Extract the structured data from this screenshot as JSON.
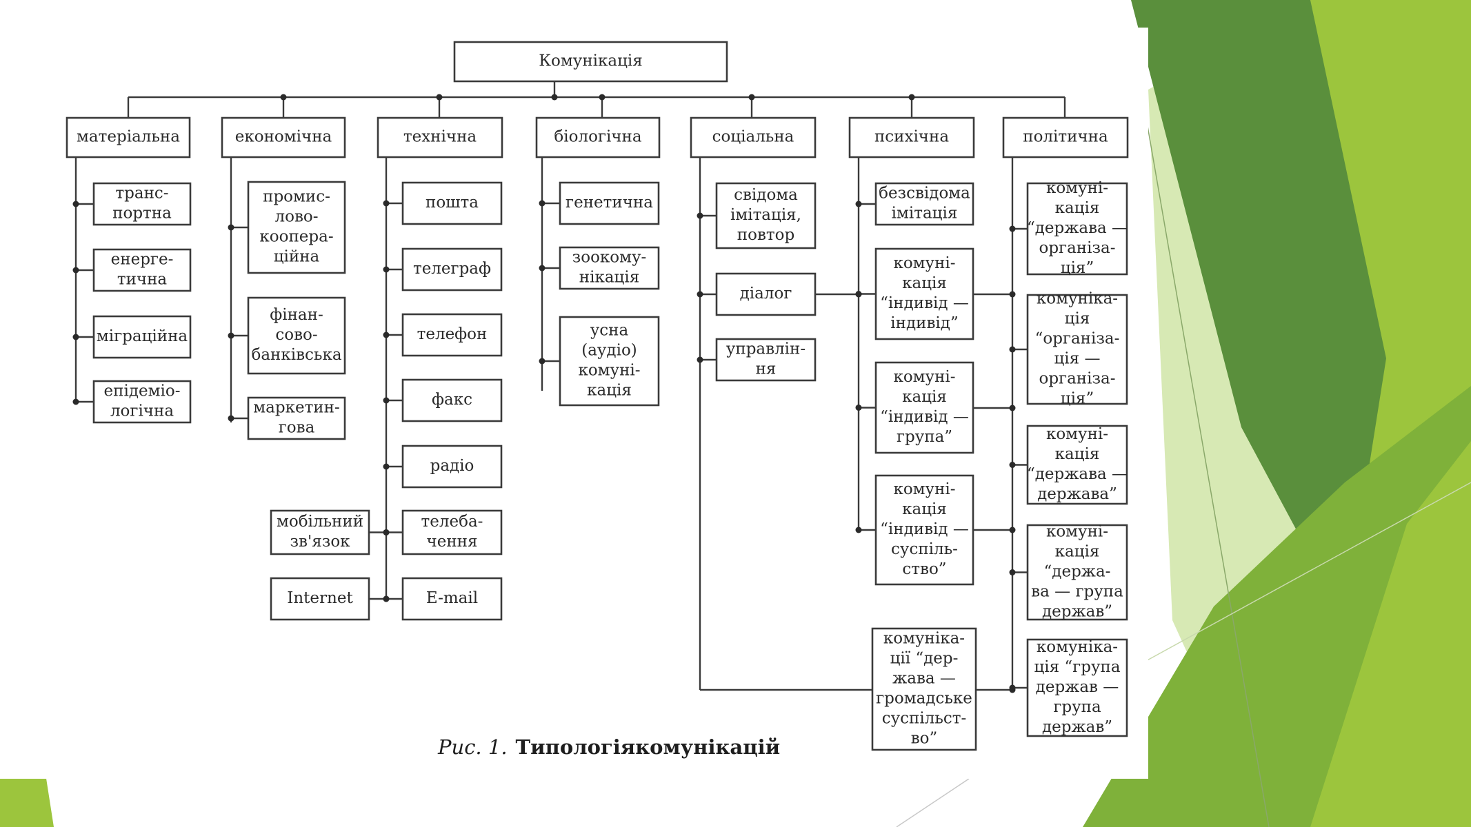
{
  "colors": {
    "green_light": "#9cc53d",
    "green_mid": "#7fb13a",
    "green_dark": "#5a8f3c",
    "green_pale": "#d7e9b4",
    "line": "#3a3a3a"
  },
  "diagram": {
    "root": "Комунікація",
    "branches": [
      {
        "label": "матеріальна",
        "children": [
          "транс-|портна",
          "енерге-|тична",
          "міграційна",
          "епідеміо-|логічна"
        ]
      },
      {
        "label": "економічна",
        "children": [
          "промис-|лово-|коопера-|ційна",
          "фінан-|сово-|банківська",
          "маркетин-|гова"
        ]
      },
      {
        "label": "технічна",
        "children": [
          "пошта",
          "телеграф",
          "телефон",
          "факс",
          "радіо",
          "телеба-|чення",
          "E-mail"
        ],
        "side_children": [
          "мобільний|зв'язок",
          "Internet"
        ]
      },
      {
        "label": "біологічна",
        "children": [
          "генетична",
          "зоокому-|нікація",
          "усна|(аудіо)|комуні-|кація"
        ]
      },
      {
        "label": "соціальна",
        "children": [
          "свідома|імітація,|повтор",
          "діалог",
          "управлін-|ня"
        ]
      },
      {
        "label": "психічна",
        "children": [
          "безсвідома|імітація",
          "комуні-|кація|“індивід —|індивід”",
          "комуні-|кація|“індивід —|група”",
          "комуні-|кація|“індивід —|суспіль-|ство”",
          "комуніка-|ції “дер-|жава —|громадське|суспільст-|во”"
        ]
      },
      {
        "label": "політична",
        "children": [
          "комуні-|кація|“держава —|організа-|ція”",
          "комуніка-|ція|“організа-|ція —|організа-|ція”",
          "комуні-|кація|“держава —|держава”",
          "комуні-|кація|“держа-|ва — група|держав”",
          "комуніка-|ція “група|держав —|група|держав”"
        ]
      }
    ]
  },
  "caption": {
    "prefix": "Рис. 1.",
    "title": "Типологіякомунікацій"
  }
}
